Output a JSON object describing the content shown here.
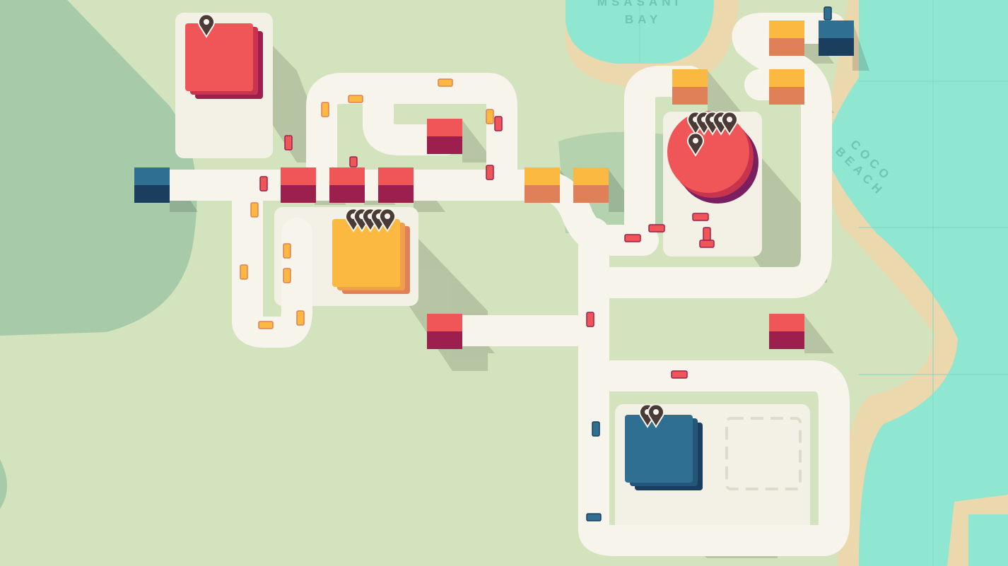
{
  "map": {
    "water_labels": [
      {
        "line1": "MSASANI",
        "line2": "BAY"
      },
      {
        "line1": "COCO",
        "line2": "BEACH"
      }
    ]
  },
  "colors": {
    "grass": "#d3e3bd",
    "forest": "#a7caa8",
    "water": "#8fe6d1",
    "sand": "#ecd8ad",
    "road": "#f7f4ec",
    "red": "#f05558",
    "red_dark": "#9c1f4e",
    "yellow": "#fcb942",
    "yellow_dark": "#df8058",
    "blue": "#2f6f91",
    "blue_dark": "#1b3e5f"
  },
  "destinations": [
    {
      "color": "red",
      "shape": "square",
      "demand_pins": 1
    },
    {
      "color": "yellow",
      "shape": "square",
      "demand_pins": 5
    },
    {
      "color": "red",
      "shape": "round",
      "demand_pins": 6
    },
    {
      "color": "blue",
      "shape": "square",
      "demand_pins": 2
    }
  ],
  "icons": {
    "pin": "location-pin-icon"
  }
}
